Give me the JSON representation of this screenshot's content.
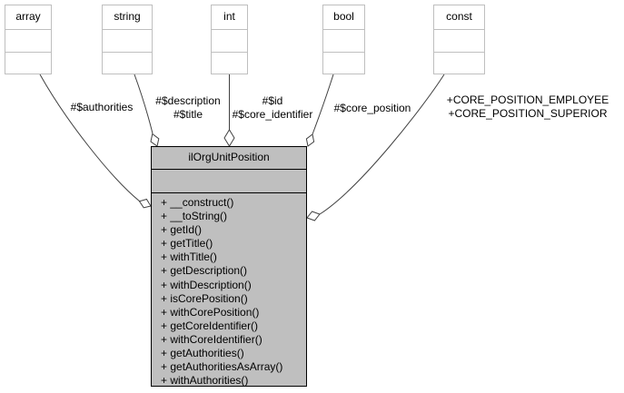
{
  "diagram": {
    "kind": "uml-collaboration-diagram",
    "main_class": {
      "name": "ilOrgUnitPosition",
      "attributes": [],
      "methods": [
        "+ __construct()",
        "+ __toString()",
        "+ getId()",
        "+ getTitle()",
        "+ withTitle()",
        "+ getDescription()",
        "+ withDescription()",
        "+ isCorePosition()",
        "+ withCorePosition()",
        "+ getCoreIdentifier()",
        "+ withCoreIdentifier()",
        "+ getAuthorities()",
        "+ getAuthoritiesAsArray()",
        "+ withAuthorities()"
      ]
    },
    "type_nodes": [
      {
        "name": "array"
      },
      {
        "name": "string"
      },
      {
        "name": "int"
      },
      {
        "name": "bool"
      },
      {
        "name": "const"
      }
    ],
    "edges": [
      {
        "from": "array",
        "to": "ilOrgUnitPosition",
        "relation": "aggregation",
        "labels": [
          "#$authorities"
        ]
      },
      {
        "from": "string",
        "to": "ilOrgUnitPosition",
        "relation": "aggregation",
        "labels": [
          "#$description",
          "#$title"
        ]
      },
      {
        "from": "int",
        "to": "ilOrgUnitPosition",
        "relation": "aggregation",
        "labels": [
          "#$id",
          "#$core_identifier"
        ]
      },
      {
        "from": "bool",
        "to": "ilOrgUnitPosition",
        "relation": "aggregation",
        "labels": [
          "#$core_position"
        ]
      },
      {
        "from": "const",
        "to": "ilOrgUnitPosition",
        "relation": "aggregation",
        "labels": [
          "+CORE_POSITION_EMPLOYEE",
          "+CORE_POSITION_SUPERIOR"
        ]
      }
    ],
    "colors": {
      "main_node_fill": "#bfbfbf",
      "node_fill": "#ffffff",
      "node_border": "#bfbfbf",
      "main_node_border": "#000000",
      "edge": "#404040",
      "text": "#000000",
      "background": "#ffffff"
    }
  }
}
